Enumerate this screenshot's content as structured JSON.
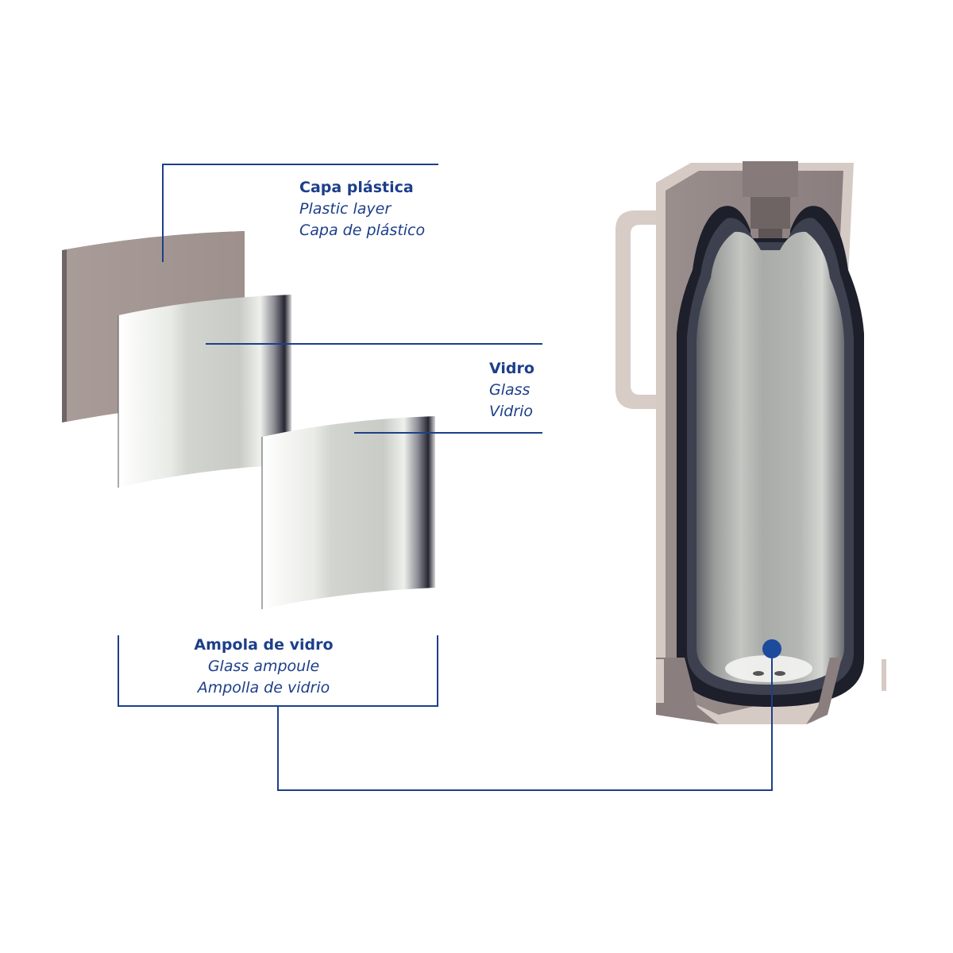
{
  "colors": {
    "accent": "#1d3f8a",
    "plastic": "#a39592",
    "plastic_light": "#d9cfcb",
    "glass_dark": "#2b2d3c",
    "background": "#ffffff"
  },
  "labels": {
    "plastic_layer": {
      "pt": "Capa plástica",
      "en": "Plastic layer",
      "es": "Capa de plástico"
    },
    "glass": {
      "pt": "Vidro",
      "en": "Glass",
      "es": "Vidrio"
    },
    "glass_ampoule": {
      "pt": "Ampola de vidro",
      "en": "Glass ampoule",
      "es": "Ampolla de vidrio"
    }
  }
}
